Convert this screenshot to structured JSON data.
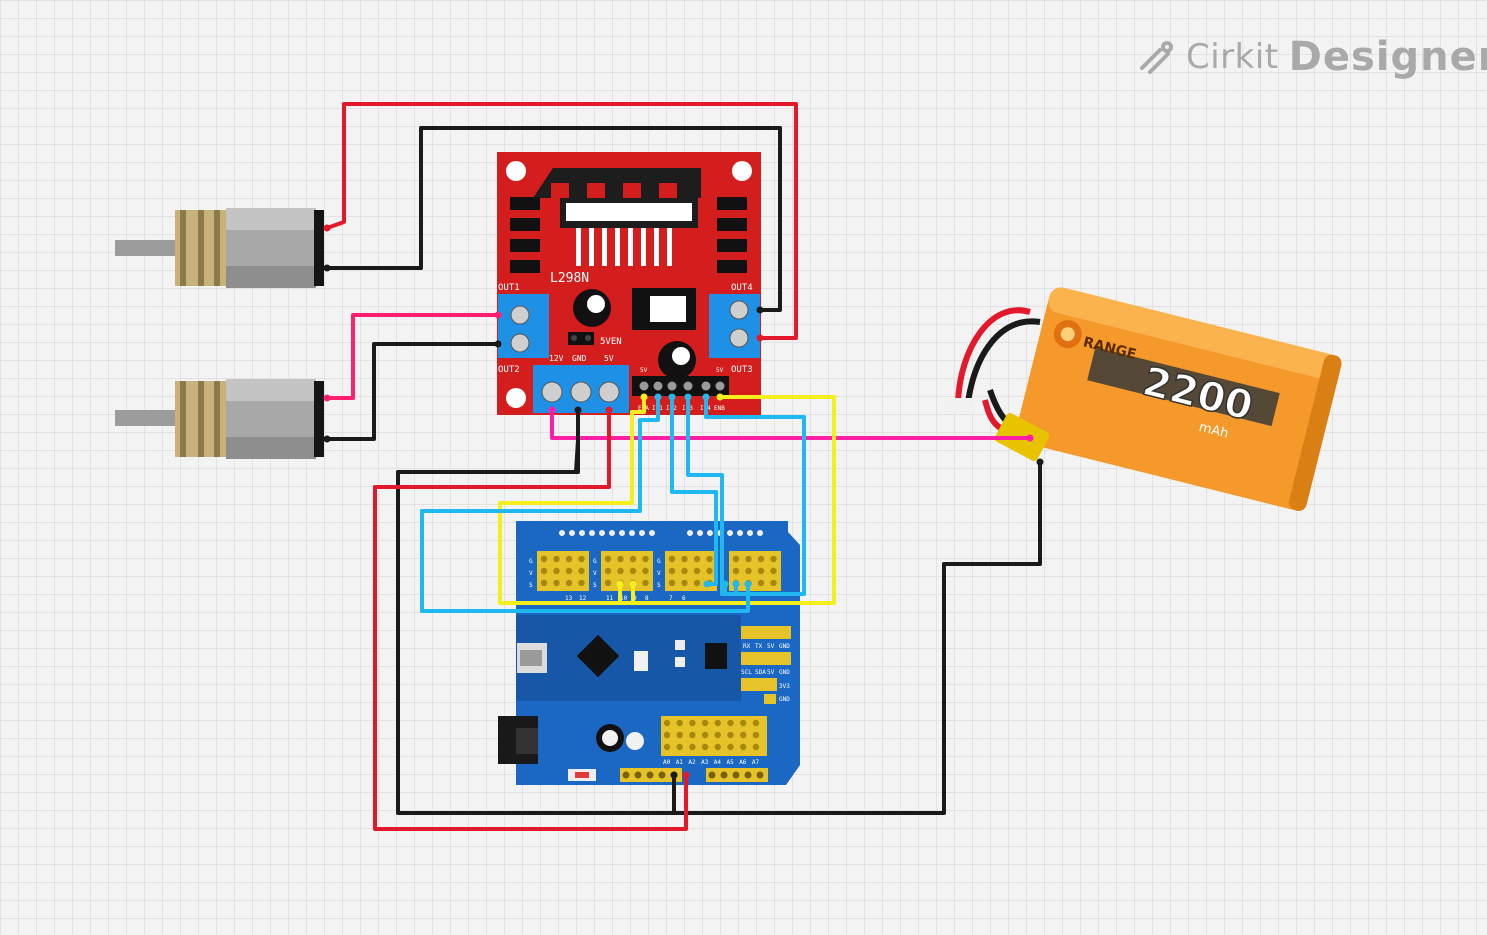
{
  "brand": {
    "word1": "Cirkit",
    "word2": "Designer"
  },
  "driver": {
    "chip": "L298N",
    "out1": "OUT1",
    "out2": "OUT2",
    "out3": "OUT3",
    "out4": "OUT4",
    "fiveven": "5VEN",
    "t12v": "12V",
    "tgnd": "GND",
    "t5v": "5V",
    "pin_5v_left": "5V",
    "pin_5v_right": "5V",
    "pins": [
      "ENA",
      "IN1",
      "IN2",
      "IN3",
      "IN4",
      "ENB"
    ]
  },
  "battery": {
    "brand": "RANGE",
    "capacity": "2200",
    "unit": "mAh"
  },
  "shield": {
    "top_pins": [
      "13",
      "12",
      "11",
      "10",
      "9",
      "8",
      "7",
      "6"
    ],
    "rows": [
      "G",
      "V",
      "S"
    ],
    "header_labels": [
      "RX",
      "TX",
      "5V",
      "GND",
      "SCL",
      "SDA",
      "5V",
      "GND",
      "3V3",
      "GND"
    ],
    "analog_pins": [
      "A0",
      "A1",
      "A2",
      "A3",
      "A4",
      "A5",
      "A6",
      "A7"
    ]
  },
  "colors": {
    "red": "#e3192b",
    "black": "#1a1a1a",
    "pink": "#ff1fa6",
    "yellow": "#f5ef1d",
    "cyan": "#20b8f0",
    "driver_board": "#d41e1e",
    "shield_board": "#1b67c4",
    "battery": "#f59a2a"
  }
}
